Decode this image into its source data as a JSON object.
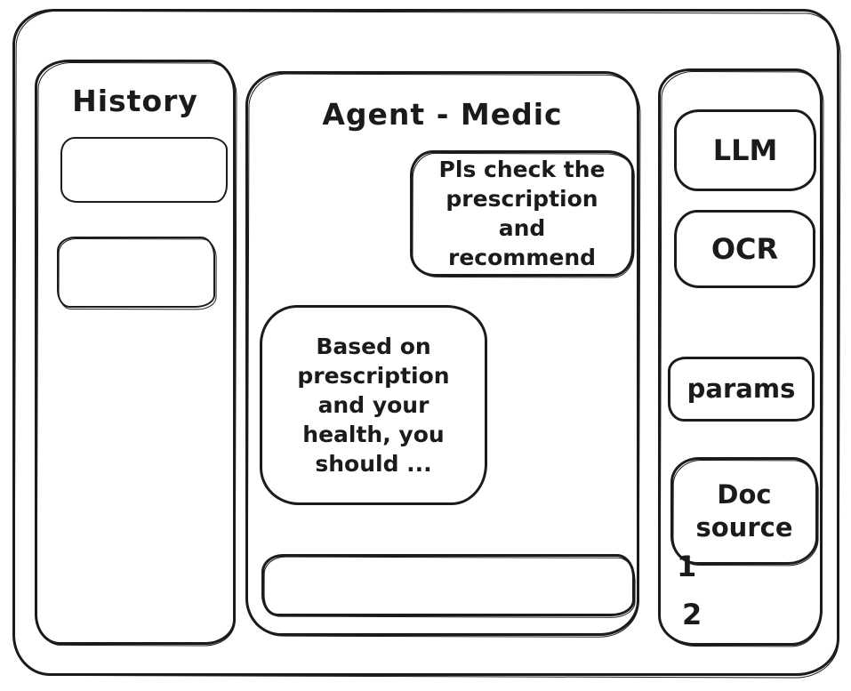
{
  "colors": {
    "stroke": "#1b1b1b",
    "background": "#ffffff"
  },
  "sidebar_left": {
    "title": "History",
    "items": [
      {
        "label": ""
      },
      {
        "label": ""
      }
    ]
  },
  "chat": {
    "title": "Agent - Medic",
    "messages": [
      {
        "role": "user",
        "text": "Pls check the prescription and recommend"
      },
      {
        "role": "assistant",
        "text": "Based on prescription and your health, you should ..."
      }
    ],
    "input": {
      "value": "",
      "placeholder": ""
    }
  },
  "sidebar_right": {
    "buttons": [
      {
        "label": "LLM"
      },
      {
        "label": "OCR"
      },
      {
        "label": "params"
      },
      {
        "label": "Doc source"
      }
    ],
    "doc_list": [
      {
        "label": "1"
      },
      {
        "label": "2"
      }
    ]
  }
}
